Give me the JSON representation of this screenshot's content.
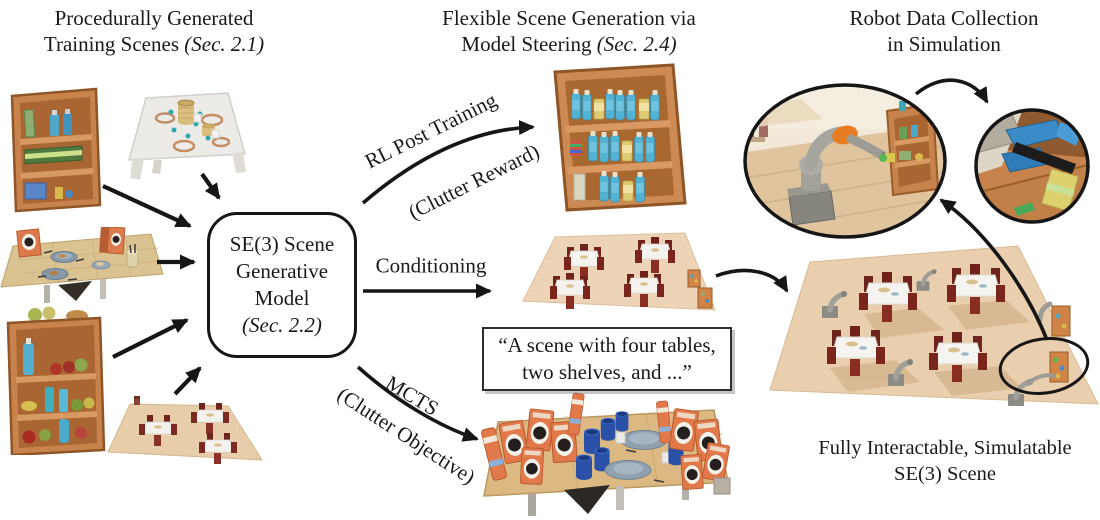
{
  "headers": {
    "left": {
      "line1": "Procedurally Generated",
      "line2a": "Training Scenes ",
      "line2b": "(Sec. 2.1)"
    },
    "middle": {
      "line1": "Flexible Scene Generation via",
      "line2a": "Model Steering ",
      "line2b": "(Sec. 2.4)"
    },
    "right": {
      "line1": "Robot Data Collection",
      "line2": "in Simulation"
    }
  },
  "model_box": {
    "line1": "SE(3) Scene",
    "line2": "Generative",
    "line3": "Model",
    "line4": "(Sec. 2.2)"
  },
  "labels": {
    "rl": "RL Post Training",
    "rl_sub": "(Clutter Reward)",
    "conditioning": "Conditioning",
    "mcts": "MCTS",
    "mcts_sub": "(Clutter Objective)"
  },
  "prompt": {
    "line1": "“A scene with four tables,",
    "line2": "two shelves, and ...”"
  },
  "caption": {
    "line1": "Fully Interactable, Simulatable",
    "line2": "SE(3) Scene"
  },
  "scenes": {
    "training": [
      "shelf-with-board-games",
      "table-with-stacked-rings",
      "dining-table-with-cereal-and-plates",
      "shelf-with-fruits-and-bottles",
      "floor-with-three-dining-tables"
    ],
    "steering_outputs": [
      "cluttered-shelf-with-bottles",
      "restaurant-floor-four-tables-two-shelves",
      "cluttered-dining-table"
    ],
    "robot": [
      "robot-arm-reaching-shelf-closeup",
      "gripper-grasping-box-closeup",
      "full-interactable-scene-with-robots"
    ]
  },
  "colors": {
    "ink": "#161616",
    "wood_shelf": "#c8834c",
    "wood_floor": "#e8cfad",
    "tablecloth": "#f5f3ef",
    "chair_red": "#7a261c",
    "robot_gray": "#9c9c94",
    "robot_accent": "#e87c20",
    "bottle_blue": "#52b2d4",
    "can_yellow": "#decb74",
    "cereal_orange": "#e2794a",
    "mug_blue": "#2a50a8",
    "plate_gray": "#8fa0ae"
  }
}
